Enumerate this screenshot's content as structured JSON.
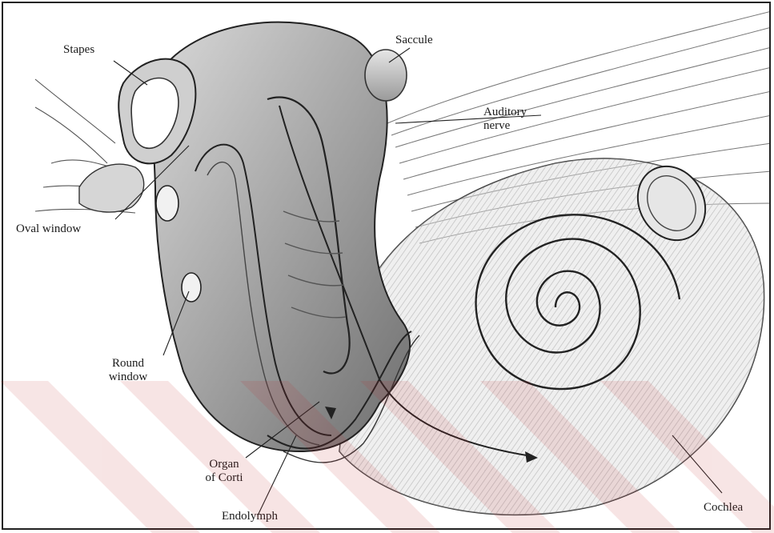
{
  "labels": {
    "stapes": "Stapes",
    "saccule": "Saccule",
    "auditory_nerve_1": "Auditory",
    "auditory_nerve_2": "nerve",
    "oval_window": "Oval window",
    "round_window_1": "Round",
    "round_window_2": "window",
    "organ_corti_1": "Organ",
    "organ_corti_2": "of Corti",
    "endolymph": "Endolymph",
    "cochlea": "Cochlea"
  },
  "colors": {
    "ink": "#1a1a1a",
    "shade": "#8a8a8a",
    "watermark": "#c0282d"
  }
}
